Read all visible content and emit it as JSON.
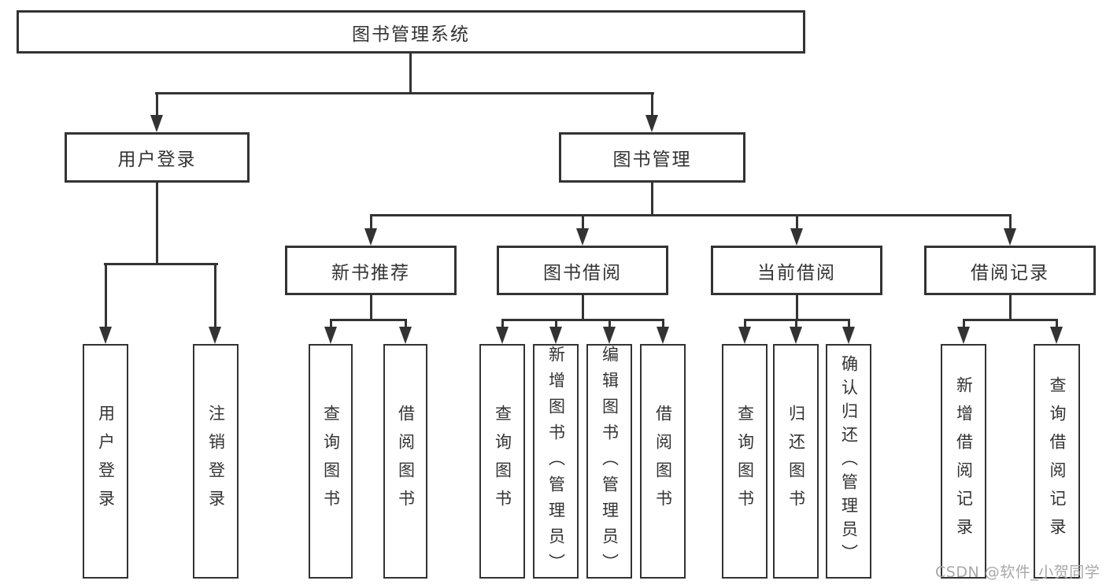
{
  "diagram": {
    "type": "hierarchy-tree",
    "title": "图书管理系统",
    "colors": {
      "line": "#333333",
      "border": "#333333",
      "text": "#333333",
      "box_fill": "#ffffff",
      "background": "#ffffff",
      "watermark": "#a8a8a8"
    },
    "nodes": {
      "root": "图书管理系统",
      "user_login": "用户登录",
      "book_management": "图书管理",
      "user_login_leaf": "用户登录",
      "logout": "注销登录",
      "new_book_recommend": "新书推荐",
      "book_borrow": "图书借阅",
      "current_borrow": "当前借阅",
      "borrow_records": "借阅记录",
      "nbr_query_books": "查询图书",
      "nbr_borrow_books": "借阅图书",
      "bb_query_books": "查询图书",
      "bb_add_books_admin": "新增图书（管理员）",
      "bb_edit_books_admin": "编辑图书（管理员）",
      "bb_borrow_books": "借阅图书",
      "cb_query_books": "查询图书",
      "cb_return_books": "归还图书",
      "cb_confirm_return_admin": "确认归还（管理员）",
      "br_add_record": "新增借阅记录",
      "br_query_record": "查询借阅记录"
    },
    "tree": {
      "图书管理系统": {
        "用户登录": [
          "用户登录",
          "注销登录"
        ],
        "图书管理": {
          "新书推荐": [
            "查询图书",
            "借阅图书"
          ],
          "图书借阅": [
            "查询图书",
            "新增图书（管理员）",
            "编辑图书（管理员）",
            "借阅图书"
          ],
          "当前借阅": [
            "查询图书",
            "归还图书",
            "确认归还（管理员）"
          ],
          "借阅记录": [
            "新增借阅记录",
            "查询借阅记录"
          ]
        }
      }
    }
  },
  "watermark": {
    "text": "CSDN @软件_小贺同学"
  }
}
